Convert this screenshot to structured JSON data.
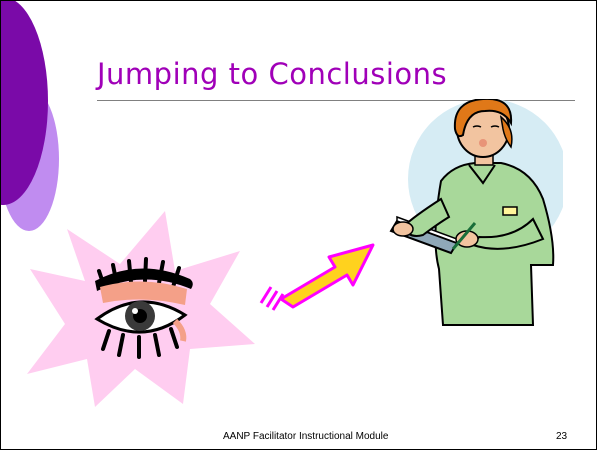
{
  "slide": {
    "title": "Jumping to Conclusions",
    "footer": "AANP Facilitator Instructional Module",
    "page_number": "23"
  },
  "colors": {
    "title": "#a000b8",
    "circle_dark": "#7a0aa8",
    "circle_light": "#c08cf0",
    "arrow_fill": "#ffd21e",
    "arrow_outline": "#ff00ff",
    "starburst": "#ffcdf0",
    "nurse_backdrop": "#d6ecf4"
  },
  "icons": {
    "eye": "eye-icon",
    "arrow": "arrow-icon",
    "nurse": "nurse-with-clipboard-icon"
  }
}
